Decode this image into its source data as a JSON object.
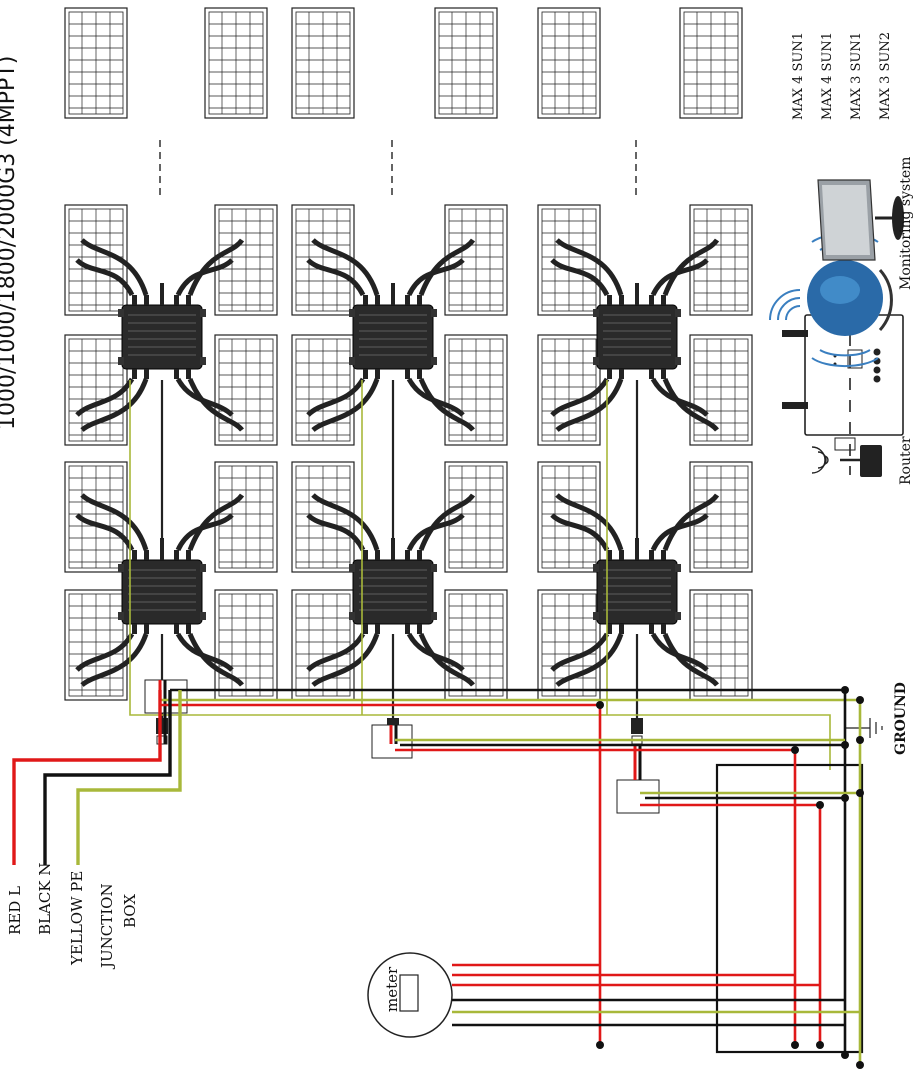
{
  "title": "1000/1000/1800/2000G3 (4MPPT)",
  "labels": {
    "red": "RED L",
    "black": "BLACK N",
    "yellow": "YELLOW  PE",
    "junction1": "JUNCTION",
    "junction2": "BOX",
    "meter": "meter",
    "ground": "GROUND",
    "router": "Router",
    "monitoring": "Monitoring system"
  },
  "max_notes": [
    "MAX 4 SUN1",
    "MAX 4 SUN1",
    "MAX 3 SUN1",
    "MAX 3 SUN2"
  ],
  "colors": {
    "red": "#e01818",
    "black": "#111111",
    "yellow": "#a8b83a",
    "panel": "#222222"
  }
}
